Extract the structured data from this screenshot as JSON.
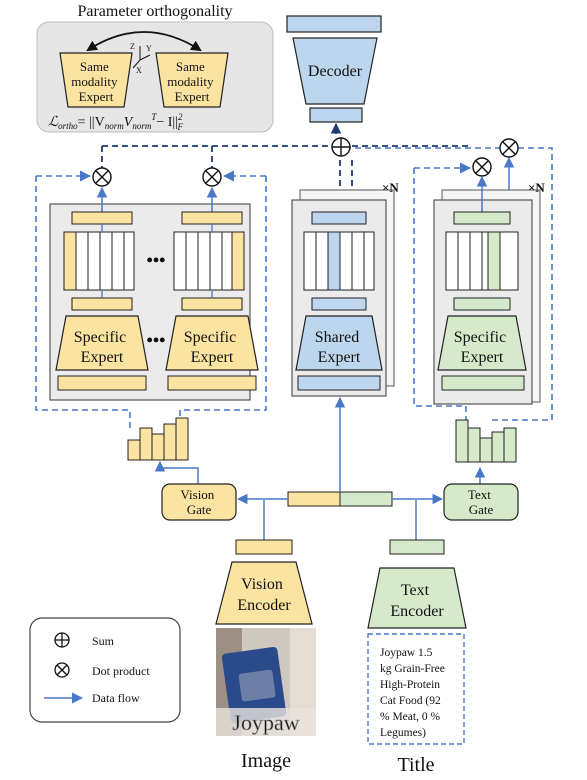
{
  "top_panel": {
    "title": "Parameter orthogonality",
    "expert_left": [
      "Same",
      "modality",
      "Expert"
    ],
    "expert_right": [
      "Same",
      "modality",
      "Expert"
    ],
    "axes": [
      "Z",
      "Y",
      "X"
    ],
    "loss_lhs": "ℒ",
    "loss_sub": "ortho",
    "loss_rhs": "= ||V",
    "loss_norm1": "norm",
    "loss_mid": "V",
    "loss_norm2": "norm",
    "loss_sup": "T",
    "loss_end": "− I||",
    "loss_sup2": "2",
    "loss_subF": "F"
  },
  "decoder": {
    "label": "Decoder"
  },
  "times_n": "×N",
  "left_block": {
    "expert1": [
      "Specific",
      "Expert"
    ],
    "expert2": [
      "Specific",
      "Expert"
    ],
    "ellipsis": "•••"
  },
  "shared_block": {
    "expert": [
      "Shared",
      "Expert"
    ]
  },
  "right_block": {
    "expert": [
      "Specific",
      "Expert"
    ]
  },
  "gates": {
    "vision": [
      "Vision",
      "Gate"
    ],
    "text": [
      "Text",
      "Gate"
    ]
  },
  "encoders": {
    "vision": [
      "Vision",
      "Encoder"
    ],
    "text": [
      "Text",
      "Encoder"
    ]
  },
  "image_caption": "Image",
  "image_brand": "Joypaw",
  "title_caption": "Title",
  "title_text": [
    "Joypaw 1.5",
    "kg Grain-Free",
    "High-Protein",
    "Cat Food (92",
    "% Meat, 0 %",
    "Legumes)"
  ],
  "legend": {
    "sum": "Sum",
    "dot": "Dot product",
    "flow": "Data flow"
  },
  "colors": {
    "yellow": "#fbe3a1",
    "blue": "#bcd6ee",
    "green": "#d6eacb",
    "panel": "#ebebeb",
    "arrow_blue": "#4a78c8",
    "dark_blue": "#1f3a6e"
  }
}
